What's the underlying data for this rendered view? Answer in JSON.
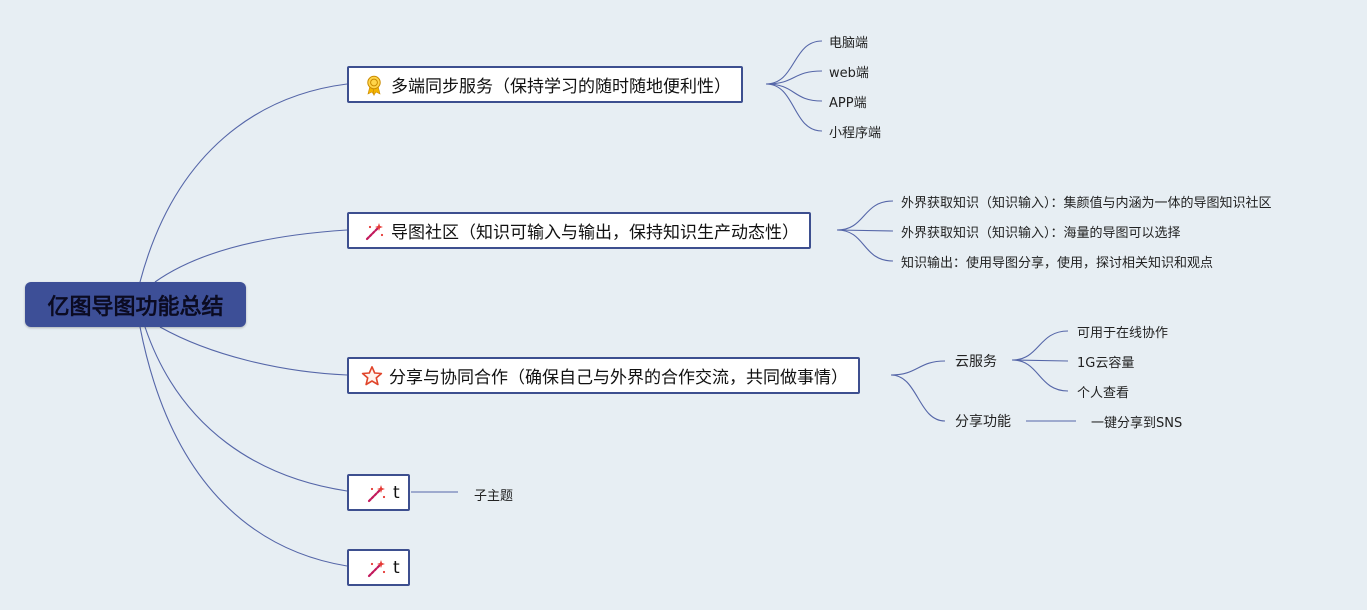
{
  "root": {
    "label": "亿图导图功能总结"
  },
  "topics": [
    {
      "label": "多端同步服务（保持学习的随时随地便利性）",
      "icon": "award-ribbon-icon",
      "children": [
        "电脑端",
        "web端",
        "APP端",
        "小程序端"
      ]
    },
    {
      "label": "导图社区（知识可输入与输出，保持知识生产动态性）",
      "icon": "magic-wand-icon",
      "children": [
        "外界获取知识（知识输入）：集颜值与内涵为一体的导图知识社区",
        "外界获取知识（知识输入）：海量的导图可以选择",
        "知识输出：使用导图分享，使用，探讨相关知识和观点"
      ]
    },
    {
      "label": "分享与协同合作（确保自己与外界的合作交流，共同做事情）",
      "icon": "star-icon",
      "subtopics": [
        {
          "label": "云服务",
          "children": [
            "可用于在线协作",
            "1G云容量",
            "个人查看"
          ]
        },
        {
          "label": "分享功能",
          "children": [
            "一键分享到SNS"
          ]
        }
      ]
    },
    {
      "label": "t",
      "icon": "magic-wand-icon",
      "children": [
        "子主题"
      ]
    },
    {
      "label": "t",
      "icon": "magic-wand-icon"
    }
  ],
  "colors": {
    "background": "#e7eef3",
    "root": "#3d4f97",
    "line": "#5566a8",
    "border": "#3d4f8f"
  }
}
